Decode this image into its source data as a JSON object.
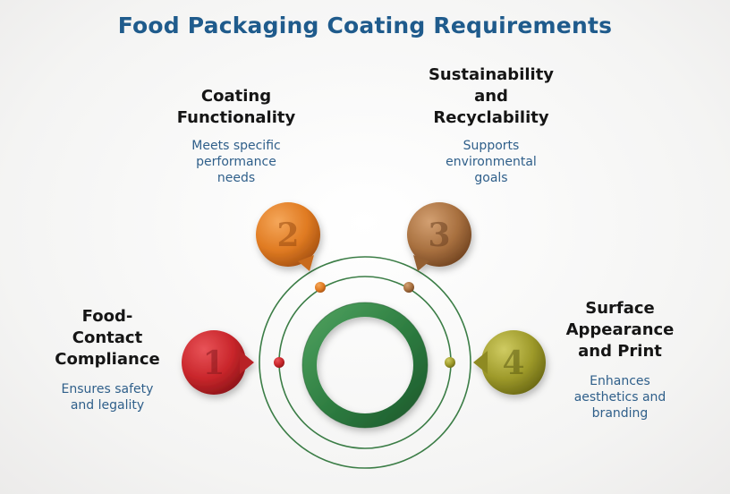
{
  "title": "Food Packaging Coating Requirements",
  "items": [
    {
      "number": "1",
      "heading": [
        "Food-",
        "Contact",
        "Compliance"
      ],
      "description": [
        "Ensures safety",
        "and legality"
      ],
      "color": "#c9262b"
    },
    {
      "number": "2",
      "heading": [
        "Coating",
        "Functionality"
      ],
      "description": [
        "Meets specific",
        "performance",
        "needs"
      ],
      "color": "#e07b22"
    },
    {
      "number": "3",
      "heading": [
        "Sustainability",
        "and",
        "Recyclability"
      ],
      "description": [
        "Supports",
        "environmental",
        "goals"
      ],
      "color": "#a8703f"
    },
    {
      "number": "4",
      "heading": [
        "Surface",
        "Appearance",
        "and Print"
      ],
      "description": [
        "Enhances",
        "aesthetics and",
        "branding"
      ],
      "color": "#9e9a2a"
    }
  ],
  "colors": {
    "ring": "#2f7f42",
    "line": "#3b7d46",
    "title": "#1f5b8c",
    "description": "#2f5f8a"
  }
}
